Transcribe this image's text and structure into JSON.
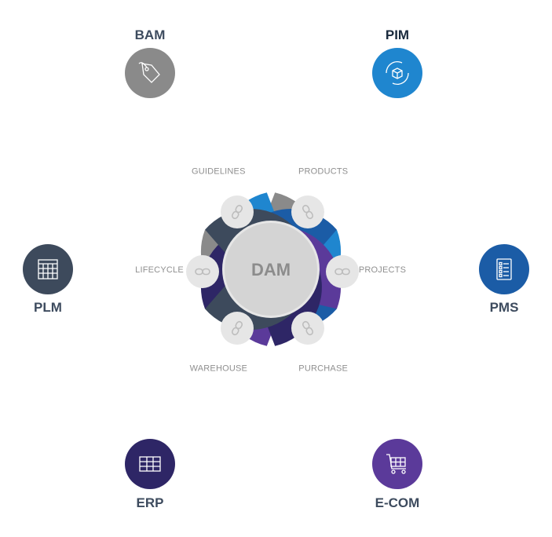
{
  "hub": {
    "label": "DAM"
  },
  "petals": [
    {
      "id": "guidelines",
      "label": "GUIDELINES",
      "system": "BAM",
      "color": "#8a8a8a",
      "system_color": "#3d4b5e",
      "icon": "tag-icon"
    },
    {
      "id": "products",
      "label": "PRODUCTS",
      "system": "PIM",
      "color": "#1f86cf",
      "system_color": "#1a2a3d",
      "icon": "product-sync-icon"
    },
    {
      "id": "projects",
      "label": "PROJECTS",
      "system": "PMS",
      "color": "#1b5ca6",
      "system_color": "#3d4b5e",
      "icon": "checklist-icon"
    },
    {
      "id": "purchase",
      "label": "PURCHASE",
      "system": "E-COM",
      "color": "#5b3a9a",
      "system_color": "#3d4b5e",
      "icon": "shopping-cart-icon"
    },
    {
      "id": "warehouse",
      "label": "WAREHOUSE",
      "system": "ERP",
      "color": "#2e2666",
      "system_color": "#3d4b5e",
      "icon": "grid-table-icon"
    },
    {
      "id": "lifecycle",
      "label": "LIFECYCLE",
      "system": "PLM",
      "color": "#3d4a5c",
      "system_color": "#3d4b5e",
      "icon": "calendar-grid-icon"
    }
  ],
  "colors": {
    "hub_outer": "#e6e6e6",
    "hub_inner": "#d4d4d4",
    "link": "#bdbdbd"
  },
  "link_icon": "chain-link-icon"
}
